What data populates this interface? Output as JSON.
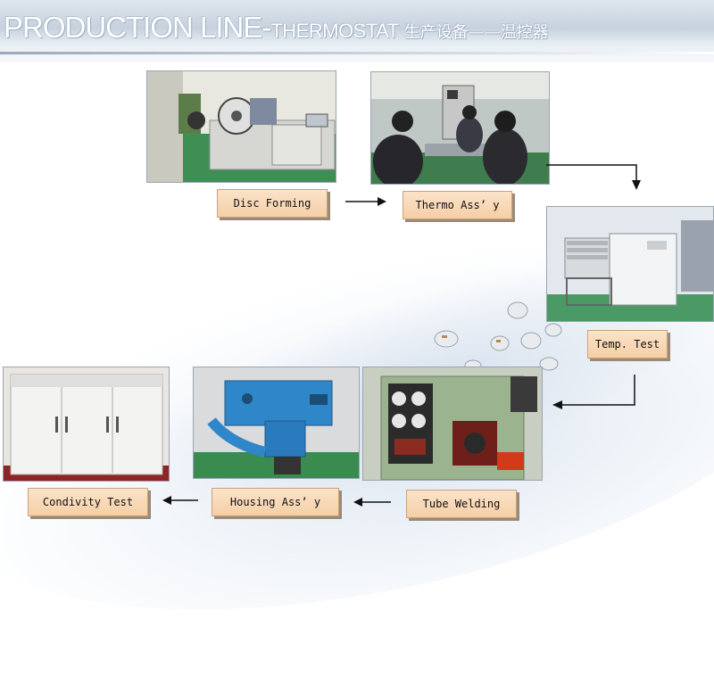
{
  "header": {
    "title_main": "PRODUCTION LINE-",
    "title_sub": "THERMOSTAT",
    "title_cn": "生产设备——温控器"
  },
  "steps": [
    {
      "label": "Disc Forming",
      "photo_icon": "disc-forming-machine"
    },
    {
      "label": "Thermo Ass’ y",
      "photo_icon": "assembly-workers"
    },
    {
      "label": "Temp. Test",
      "photo_icon": "temperature-chamber"
    },
    {
      "label": "Tube Welding",
      "photo_icon": "welding-machine"
    },
    {
      "label": "Housing Ass’ y",
      "photo_icon": "blue-press-machine"
    },
    {
      "label": "Condivity Test",
      "photo_icon": "test-cabinet"
    }
  ],
  "colors": {
    "label_fill": "#f5cfa6",
    "label_border": "#c9a27a",
    "arrow": "#111111",
    "header": "#c6d1de"
  }
}
